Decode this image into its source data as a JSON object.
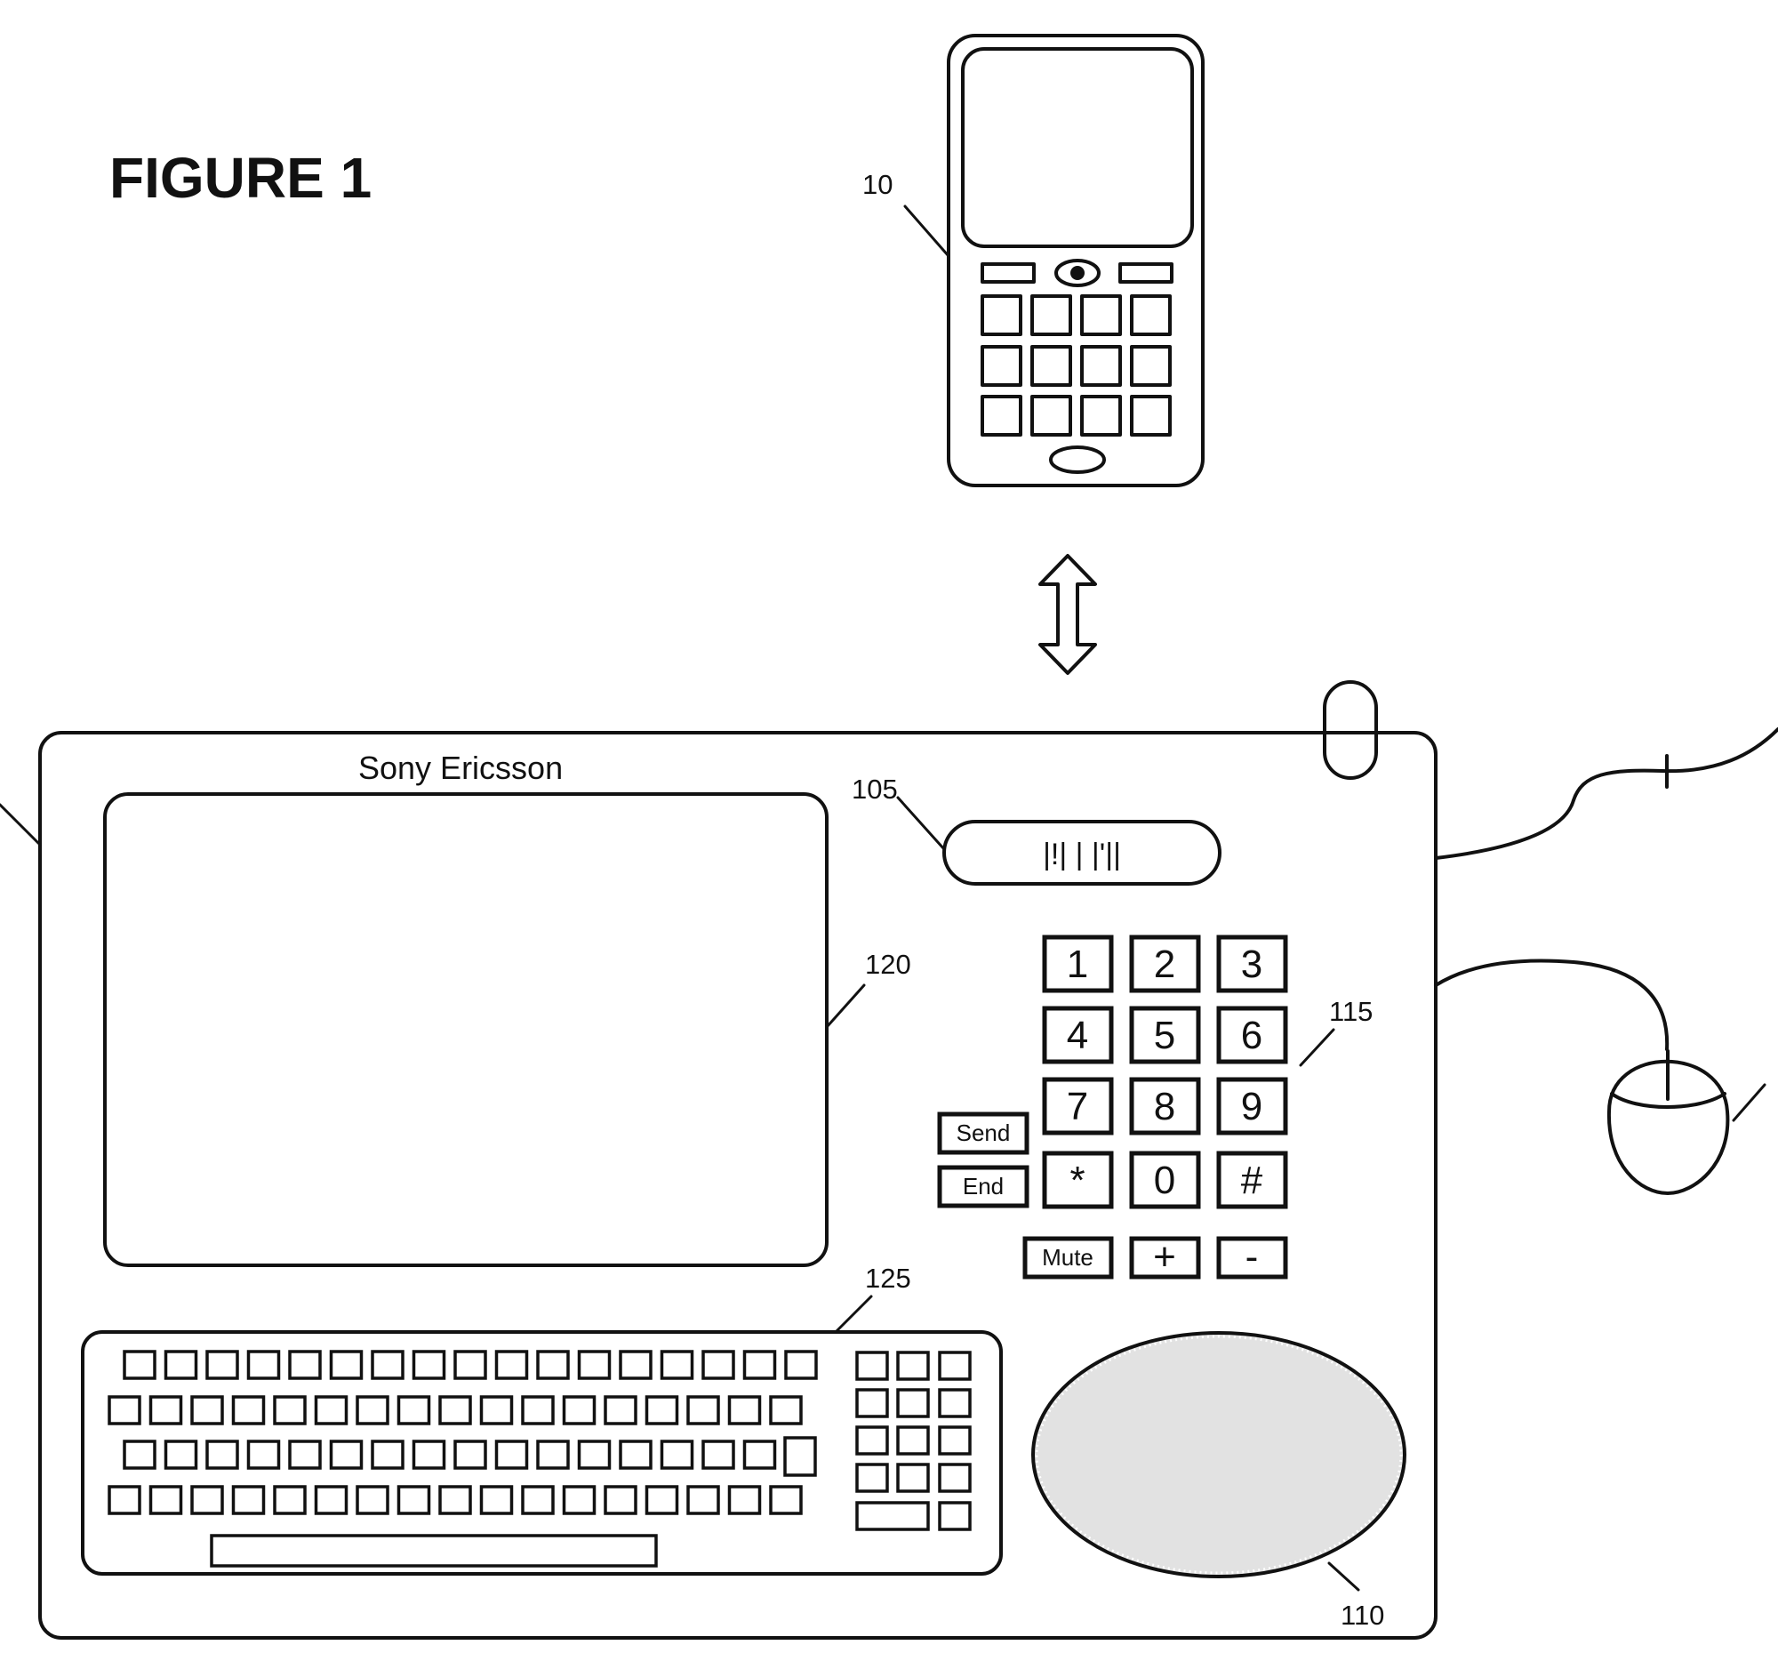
{
  "figure": {
    "title": "FIGURE 1"
  },
  "brand": "Sony Ericsson",
  "refs": {
    "phone": "10",
    "display_strip": "105",
    "speaker": "110",
    "numpad": "115",
    "screen": "120",
    "keyboard": "125"
  },
  "display_strip_text": "|!| | |'||",
  "numpad_keys": [
    "1",
    "2",
    "3",
    "4",
    "5",
    "6",
    "7",
    "8",
    "9",
    "*",
    "0",
    "#"
  ],
  "call_keys": {
    "send": "Send",
    "end": "End"
  },
  "volume_keys": {
    "mute": "Mute",
    "plus": "+",
    "minus": "-"
  }
}
